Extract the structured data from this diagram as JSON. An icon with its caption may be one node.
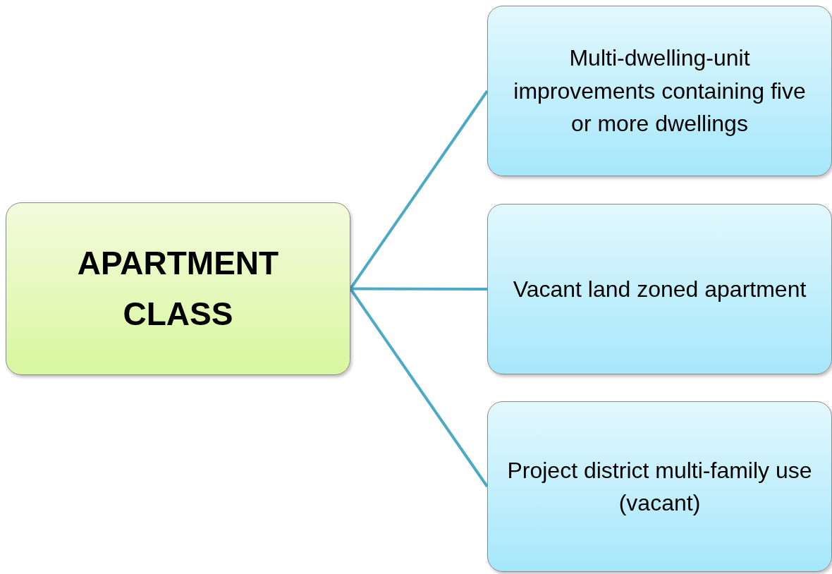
{
  "diagram": {
    "nodes": [
      {
        "text": [
          "APARTMENT CLASS"
        ]
      },
      {
        "text": [
          "Multi-dwelling-unit improvements containing five or more dwellings"
        ]
      },
      {
        "text": [
          "Vacant land zoned apartment"
        ]
      },
      {
        "text": [
          "Project district multi-family use (vacant)"
        ]
      }
    ],
    "edges": [
      {
        "from": 0,
        "to": 1,
        "arrow": "none"
      },
      {
        "from": 0,
        "to": 2,
        "arrow": "none"
      },
      {
        "from": 0,
        "to": 3,
        "arrow": "none"
      }
    ]
  }
}
